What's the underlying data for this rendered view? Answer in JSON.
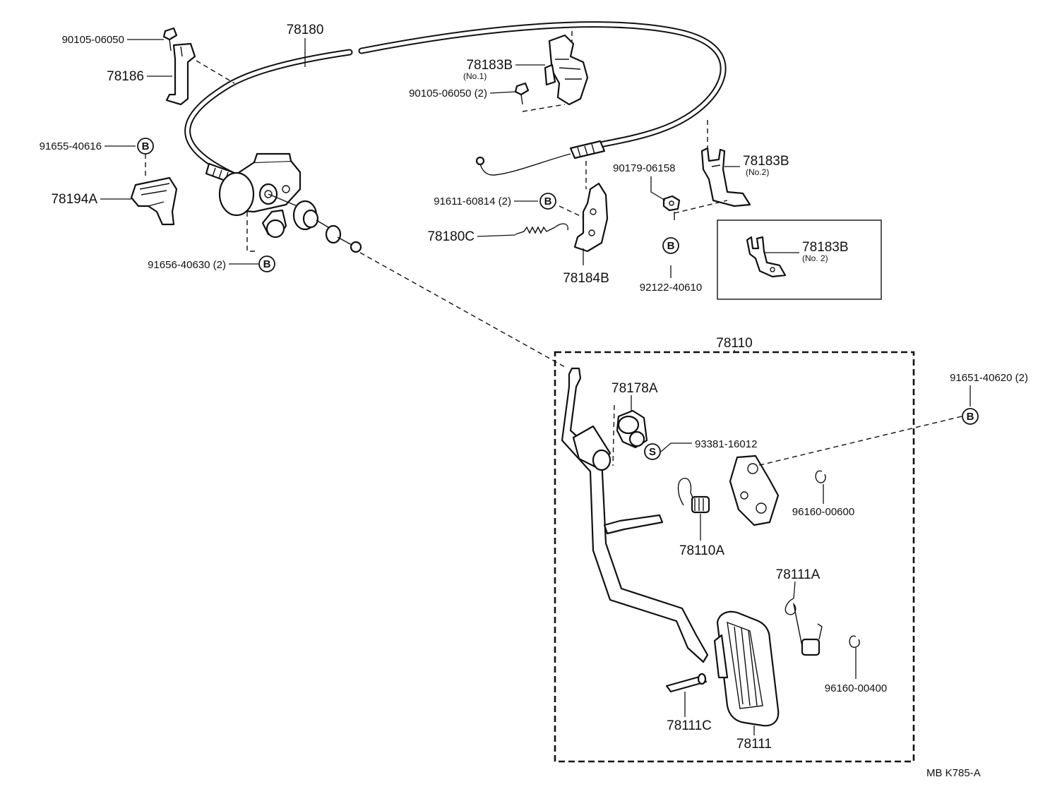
{
  "labels": {
    "cable": "78180",
    "bolt_top": "90105-06050",
    "clamp_left": "78186",
    "clip_b_left": "91655-40616",
    "bracket_left": "78194A",
    "clip_b_lower": "91656-40630 (2)",
    "bracket_upper": "78183B",
    "bracket_upper_sub": "(No.1)",
    "bolt_mid": "90105-06050 (2)",
    "nut": "90179-06158",
    "bracket_right": "78183B",
    "bracket_right_sub": "(No.2)",
    "clip_b_mid": "91611-60814 (2)",
    "spring_small": "78180C",
    "support": "78184B",
    "clip_b_right_bottom": "92122-40610",
    "inset_bracket": "78183B",
    "inset_bracket_sub": "(No. 2)",
    "pedal_assy": "78110",
    "stopper": "78178A",
    "clip_s": "93381-16012",
    "clip_b_far_right": "91651-40620 (2)",
    "e_ring_upper": "96160-00600",
    "return_spring": "78110A",
    "pedal_spring": "78111A",
    "e_ring_lower": "96160-00400",
    "pin": "78111C",
    "pedal_pad": "78111",
    "footer_code": "MB  K785-A"
  },
  "badges": {
    "b": "B",
    "s": "S"
  }
}
